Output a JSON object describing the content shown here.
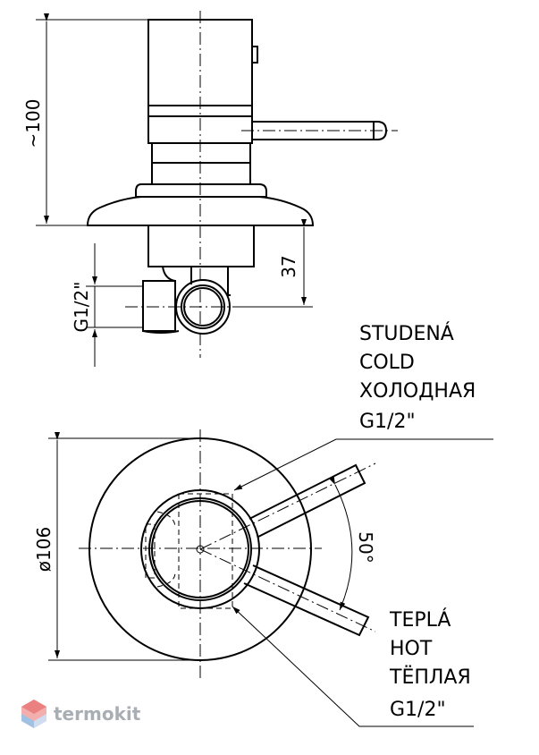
{
  "dimensions": {
    "height_top": "~100",
    "height_bottom": "37",
    "thread_side": "G1/2\"",
    "diameter": "ø106",
    "angle": "50°"
  },
  "labels": {
    "cold": [
      "STUDENÁ",
      "COLD",
      "ХОЛОДНАЯ",
      "G1/2\""
    ],
    "hot": [
      "TEPLÁ",
      "HOT",
      "ТЁПЛАЯ",
      "G1/2\""
    ]
  },
  "watermark": {
    "brand": "termokit",
    "logo_icon": "hexagon-logo-icon",
    "logo_colors": [
      "#e86a6a",
      "#f2a0a0",
      "#8fb8e0",
      "#c8d8ee"
    ]
  }
}
